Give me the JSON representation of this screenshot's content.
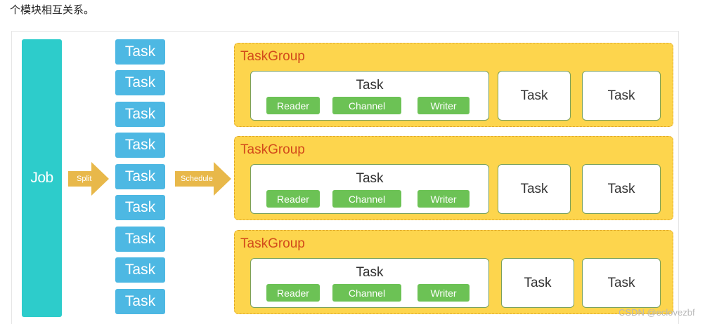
{
  "caption": "个模块相互关系。",
  "job_label": "Job",
  "split_label": "Split",
  "schedule_label": "Schedule",
  "split_tasks": [
    "Task",
    "Task",
    "Task",
    "Task",
    "Task",
    "Task",
    "Task",
    "Task",
    "Task"
  ],
  "groups": [
    {
      "title": "TaskGroup",
      "main_task": "Task",
      "reader": "Reader",
      "channel": "Channel",
      "writer": "Writer",
      "tasks": [
        "Task",
        "Task"
      ]
    },
    {
      "title": "TaskGroup",
      "main_task": "Task",
      "reader": "Reader",
      "channel": "Channel",
      "writer": "Writer",
      "tasks": [
        "Task",
        "Task"
      ]
    },
    {
      "title": "TaskGroup",
      "main_task": "Task",
      "reader": "Reader",
      "channel": "Channel",
      "writer": "Writer",
      "tasks": [
        "Task",
        "Task"
      ]
    }
  ],
  "watermark": "CSDN @eclovezbf",
  "colors": {
    "job": "#2dcccb",
    "task": "#4db8e3",
    "arrow": "#e8b84a",
    "taskgroup_bg": "#fdd54d",
    "taskgroup_title": "#d24a1b",
    "pill": "#6cc255"
  }
}
